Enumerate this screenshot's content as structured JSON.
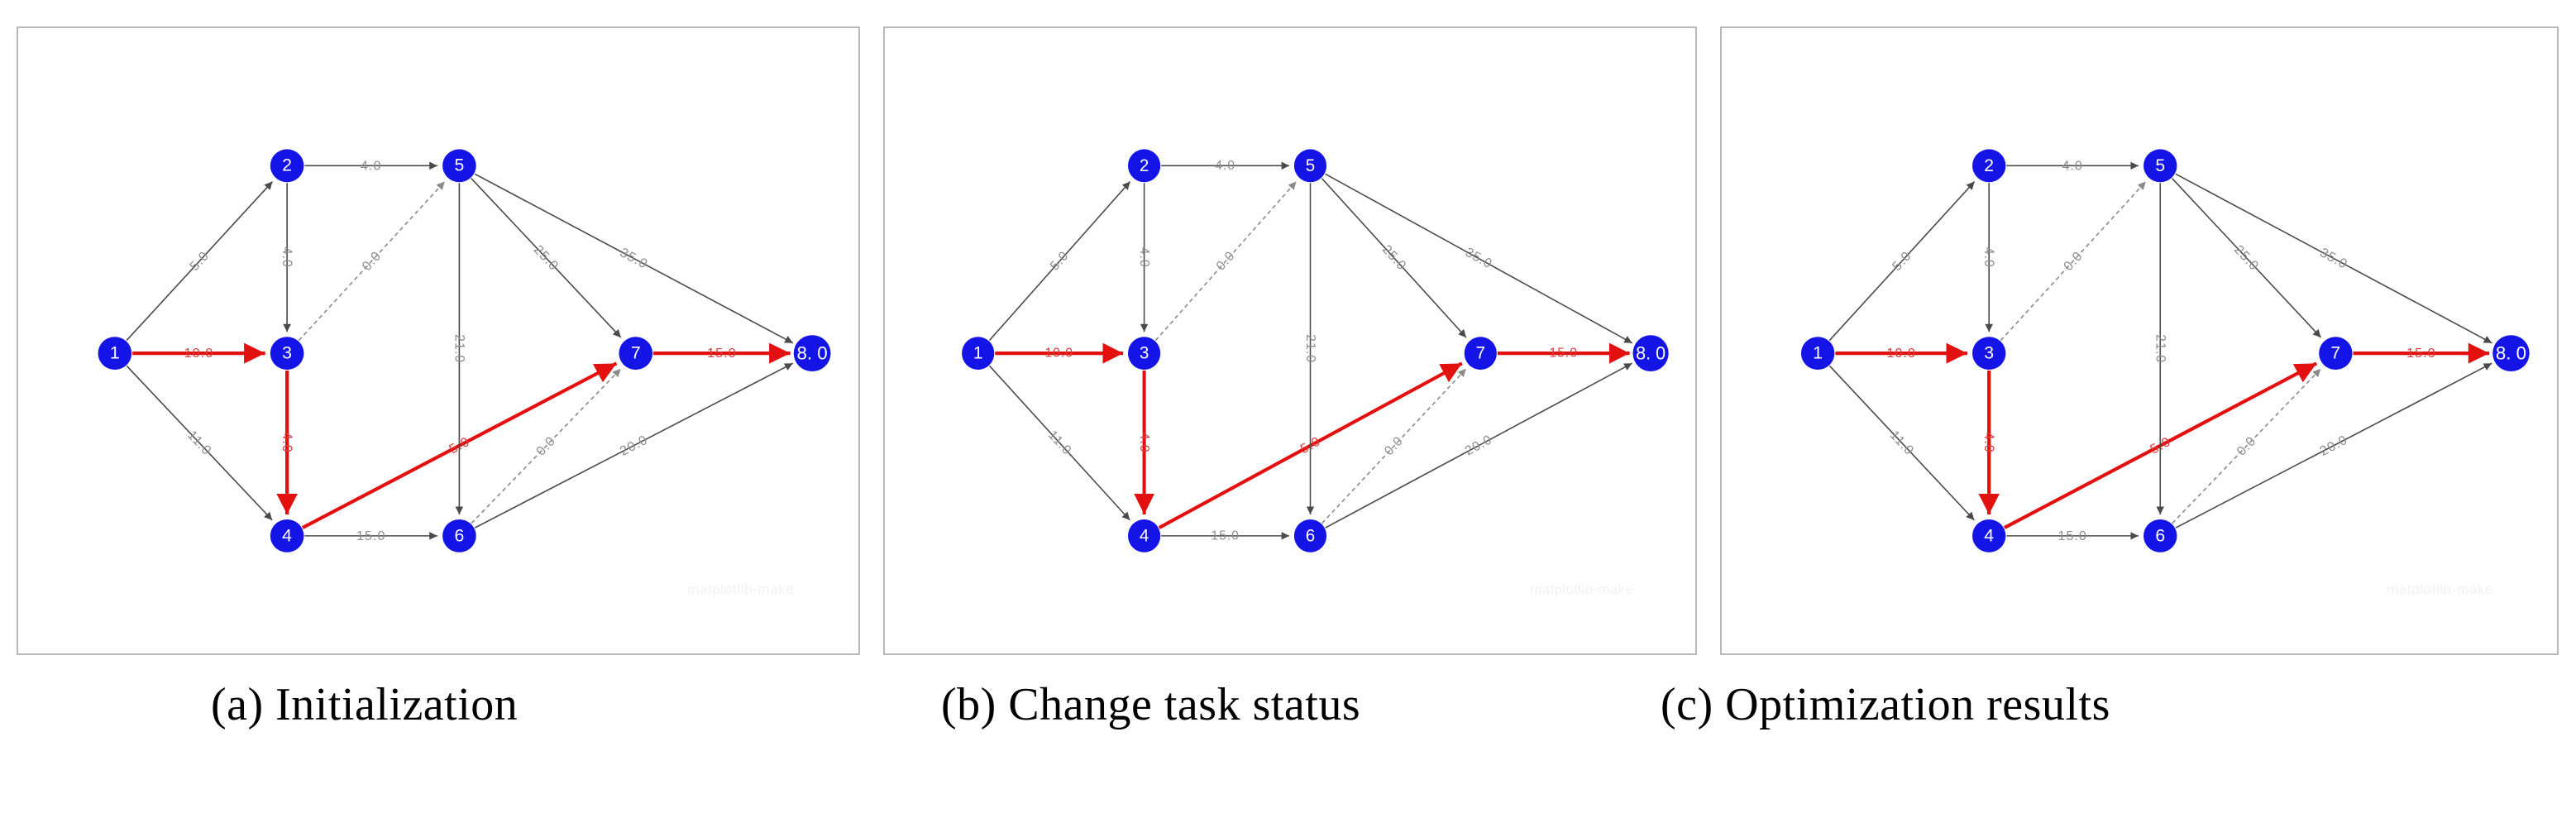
{
  "figure": {
    "panel_count": 3,
    "watermark": "matplotlib-make"
  },
  "captions": [
    {
      "id": "caption-a",
      "text": "(a) Initialization"
    },
    {
      "id": "caption-b",
      "text": "(b) Change task status"
    },
    {
      "id": "caption-c",
      "text": "(c) Optimization results"
    }
  ],
  "colors": {
    "node_fill": "#1414e6",
    "node_text": "#ffffff",
    "edge": "#4a4a4a",
    "edge_dashed": "#8a8a8a",
    "critical": "#e31010",
    "label": "#8d8d8d",
    "panel_border": "#b9b9bd",
    "background": "#ffffff"
  },
  "chart_data": {
    "type": "diagram",
    "subtype": "directed-weighted-graph",
    "title": "",
    "repeated_panels": 3,
    "nodes": [
      {
        "id": "1",
        "label": "1",
        "x": 0.115,
        "y": 0.52
      },
      {
        "id": "2",
        "label": "2",
        "x": 0.32,
        "y": 0.22
      },
      {
        "id": "3",
        "label": "3",
        "x": 0.32,
        "y": 0.52
      },
      {
        "id": "4",
        "label": "4",
        "x": 0.32,
        "y": 0.812
      },
      {
        "id": "5",
        "label": "5",
        "x": 0.525,
        "y": 0.22
      },
      {
        "id": "6",
        "label": "6",
        "x": 0.525,
        "y": 0.812
      },
      {
        "id": "7",
        "label": "7",
        "x": 0.735,
        "y": 0.52
      },
      {
        "id": "8",
        "label": "8. 0",
        "x": 0.945,
        "y": 0.52
      }
    ],
    "edges": [
      {
        "from": "1",
        "to": "2",
        "weight": "5.0",
        "style": "solid",
        "critical": false
      },
      {
        "from": "1",
        "to": "3",
        "weight": "10.0",
        "style": "solid",
        "critical": true
      },
      {
        "from": "1",
        "to": "4",
        "weight": "11.0",
        "style": "solid",
        "critical": false
      },
      {
        "from": "2",
        "to": "5",
        "weight": "4.0",
        "style": "solid",
        "critical": false
      },
      {
        "from": "2",
        "to": "3",
        "weight": "4.0",
        "style": "solid",
        "critical": false
      },
      {
        "from": "3",
        "to": "5",
        "weight": "0.0",
        "style": "dashed",
        "critical": false
      },
      {
        "from": "3",
        "to": "4",
        "weight": "4.0",
        "style": "solid",
        "critical": true
      },
      {
        "from": "4",
        "to": "7",
        "weight": "5.0",
        "style": "solid",
        "critical": true
      },
      {
        "from": "4",
        "to": "6",
        "weight": "15.0",
        "style": "solid",
        "critical": false
      },
      {
        "from": "5",
        "to": "6",
        "weight": "21.0",
        "style": "solid",
        "critical": false
      },
      {
        "from": "5",
        "to": "7",
        "weight": "25.0",
        "style": "solid",
        "critical": false
      },
      {
        "from": "5",
        "to": "8",
        "weight": "35.0",
        "style": "solid",
        "critical": false
      },
      {
        "from": "6",
        "to": "7",
        "weight": "0.0",
        "style": "dashed",
        "critical": false
      },
      {
        "from": "6",
        "to": "8",
        "weight": "20.0",
        "style": "solid",
        "critical": false
      },
      {
        "from": "7",
        "to": "8",
        "weight": "15.0",
        "style": "solid",
        "critical": true
      }
    ],
    "critical_path": [
      "1",
      "3",
      "4",
      "7",
      "8"
    ],
    "legend": "",
    "xlabel": "",
    "ylabel": ""
  }
}
